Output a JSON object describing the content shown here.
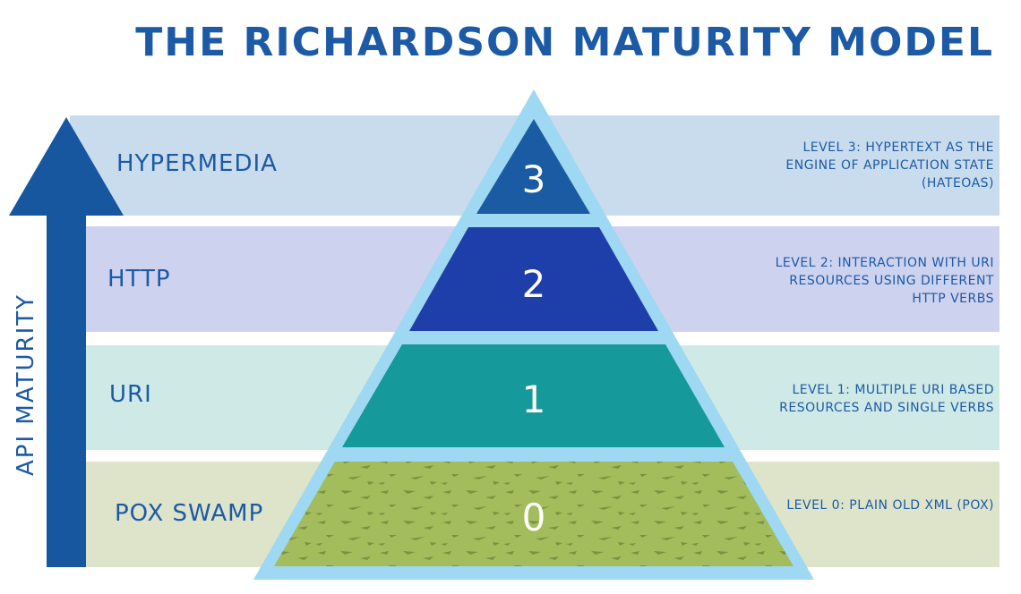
{
  "title": "THE RICHARDSON MATURITY MODEL",
  "axis_label": "API MATURITY",
  "levels": [
    {
      "number": "3",
      "name": "HYPERMEDIA",
      "description": "LEVEL 3: HYPERTEXT AS THE ENGINE OF APPLICATION STATE (HATEOAS)"
    },
    {
      "number": "2",
      "name": "HTTP",
      "description": "LEVEL 2: INTERACTION WITH URI RESOURCES USING DIFFERENT HTTP VERBS"
    },
    {
      "number": "1",
      "name": "URI",
      "description": "LEVEL 1: MULTIPLE URI BASED RESOURCES AND SINGLE VERBS"
    },
    {
      "number": "0",
      "name": "POX SWAMP",
      "description": "LEVEL 0: PLAIN OLD XML (POX)"
    }
  ],
  "colors": {
    "title": "#1c5aa6",
    "arrow": "#1757a0",
    "pyramid_border": "#9fd8f2",
    "band_3": "#c9dcee",
    "band_2": "#cdd2ef",
    "band_1": "#cfe9e7",
    "band_0": "#dde4c9",
    "tier_3": "#1a5ba3",
    "tier_2": "#1e3ea9",
    "tier_1": "#16999a",
    "tier_0": "#a3bd5c",
    "swamp_texture": "#7a9240"
  }
}
